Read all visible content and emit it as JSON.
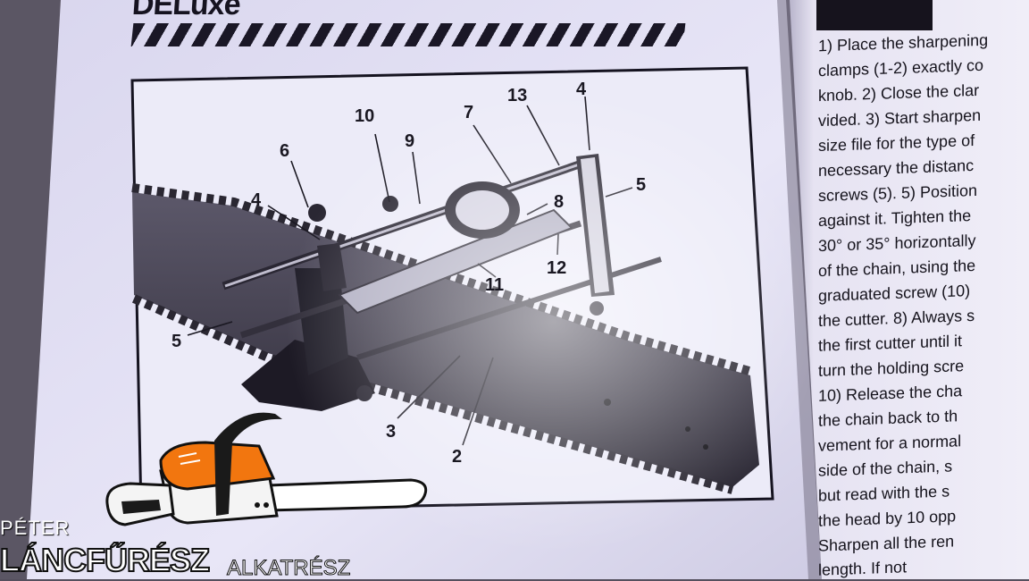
{
  "manual": {
    "header_title": "DELuxe",
    "diagram_callouts": [
      "10",
      "7",
      "13",
      "4",
      "6",
      "9",
      "4",
      "8",
      "5",
      "12",
      "11",
      "5",
      "3",
      "2"
    ]
  },
  "instructions_page": {
    "lines": [
      "1) Place the sharpening",
      "clamps (1-2) exactly co",
      "knob. 2) Close the clar",
      "vided. 3) Start sharpen",
      "size file for the type of",
      "necessary the distanc",
      "screws (5). 5) Position",
      "against it. Tighten the",
      "30° or 35° horizontally",
      "of the chain, using the",
      "graduated screw (10)",
      "the cutter. 8) Always s",
      "the first cutter until it",
      "turn the holding scre",
      "10) Release the cha",
      "the chain back to th",
      "vement for a normal",
      "side of the chain, s",
      "but read with the s",
      "the head by 10 opp",
      "Sharpen all the ren",
      "length. If not"
    ]
  },
  "watermark": {
    "name": "PÉTER",
    "brand": "LÁNCFŰRÉSZ",
    "subtitle": "ALKATRÉSZ",
    "logo_icon": "chainsaw-icon"
  },
  "colors": {
    "page_paper": "#e6e4f5",
    "ink": "#15131d",
    "chainsaw_orange": "#f2760f"
  }
}
